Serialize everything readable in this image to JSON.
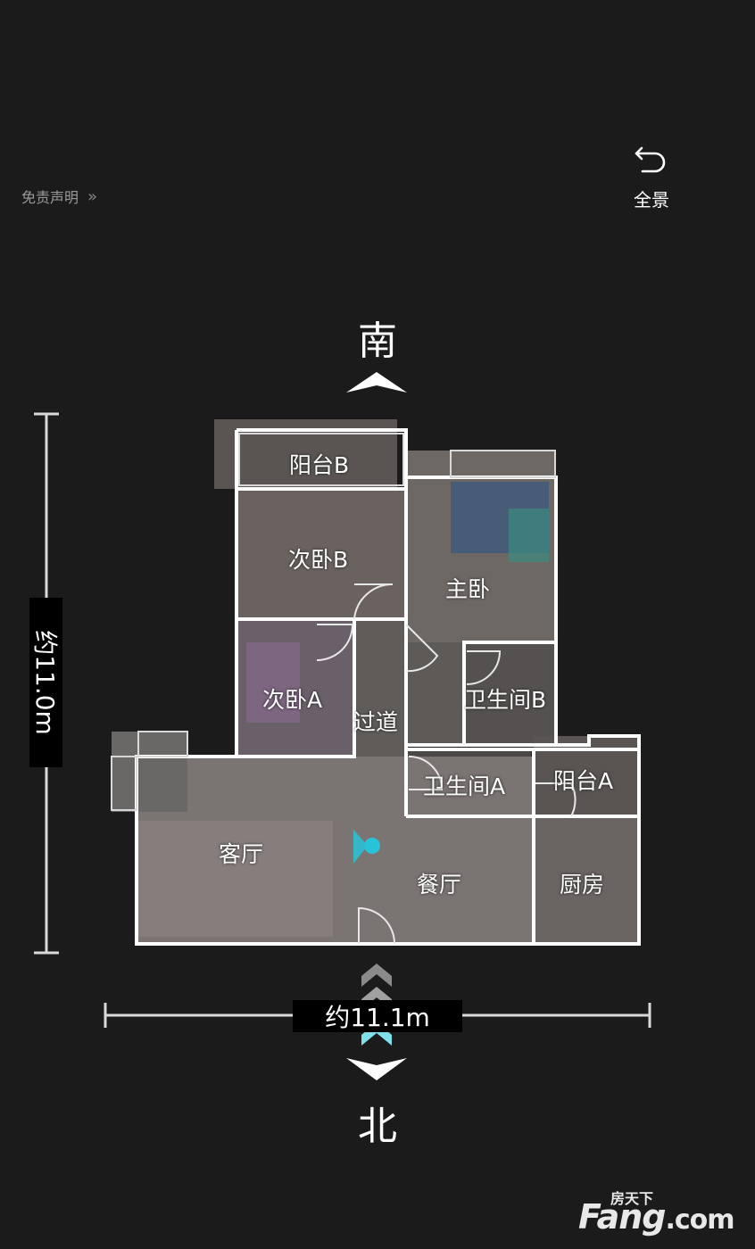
{
  "header": {
    "disclaimer_label": "免责声明",
    "disclaimer_chevron": "»",
    "fullview_label": "全景",
    "fullview_icon": "undo-arrow-icon"
  },
  "compass": {
    "south": "南",
    "north": "北"
  },
  "dimensions": {
    "vertical": "约11.0m",
    "horizontal": "约11.1m"
  },
  "rooms": {
    "balcony_b": "阳台B",
    "second_bedroom_b": "次卧B",
    "master_bedroom": "主卧",
    "second_bedroom_a": "次卧A",
    "corridor": "过道",
    "bathroom_b": "卫生间B",
    "bathroom_a": "卫生间A",
    "balcony_a": "阳台A",
    "living_room": "客厅",
    "dining_room": "餐厅",
    "kitchen": "厨房"
  },
  "colors": {
    "background": "#1b1b1c",
    "wall": "#ffffff",
    "position_marker": "#27c3d8"
  },
  "watermark": {
    "cn": "房天下",
    "en": "Fang",
    "suffix": ".com"
  }
}
